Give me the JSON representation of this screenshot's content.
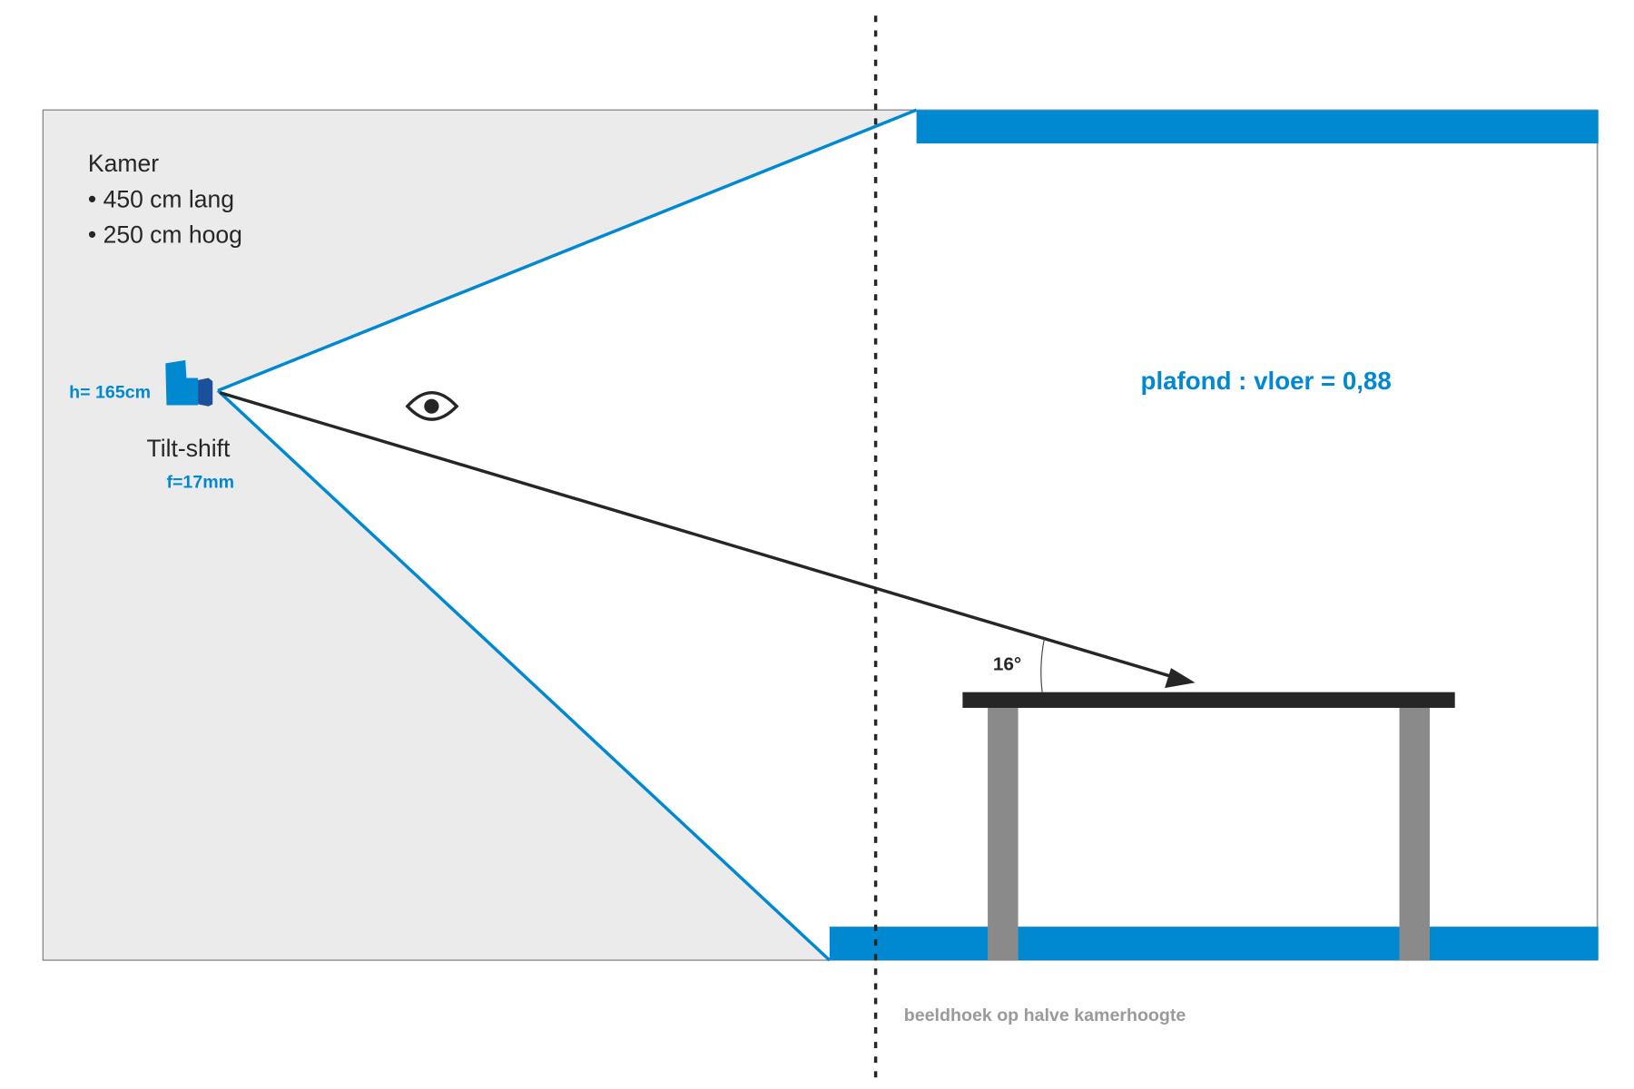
{
  "room": {
    "title": "Kamer",
    "items": [
      "• 450 cm lang",
      "• 250 cm hoog"
    ]
  },
  "camera": {
    "height_label": "h= 165cm",
    "type_label": "Tilt-shift",
    "focal_label": "f=17mm"
  },
  "ratio_label": "plafond : vloer = 0,88",
  "angle_label": "16°",
  "midline_caption": "beeldhoek op halve kamerhoogte",
  "colors": {
    "blue": "#0089d1",
    "dark_blue": "#1c4f9c",
    "room": "#ebebeb",
    "table": "#262626",
    "legs": "#8a8a8a"
  }
}
